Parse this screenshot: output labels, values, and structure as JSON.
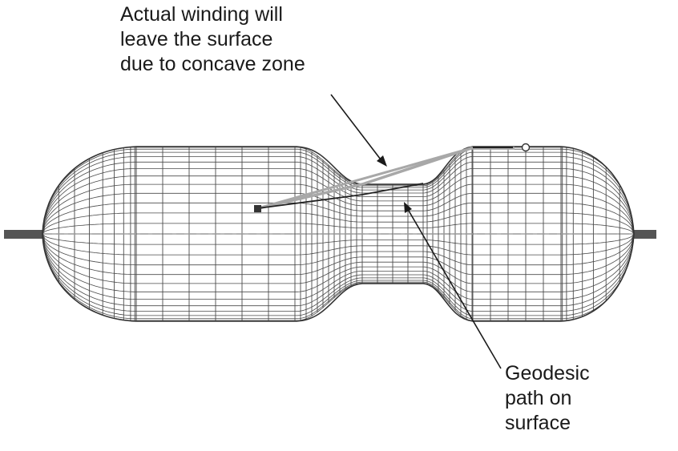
{
  "annotations": {
    "top_note": {
      "lines": [
        "Actual winding will",
        "leave the surface",
        "due to concave zone"
      ]
    },
    "bottom_note": {
      "lines": [
        "Geodesic",
        "path on",
        "surface"
      ]
    }
  },
  "colors": {
    "mesh_line": "#4a4a4a",
    "outline": "#333333",
    "shaft": "#555555",
    "axis_dash": "#9a9a9a",
    "lifted_path": "#a8a8a8",
    "geodesic_path": "#222222",
    "leader": "#1a1a1a",
    "text": "#1a1a1a"
  },
  "icons": {
    "start_marker": "square-marker",
    "end_marker": "circle-marker"
  }
}
